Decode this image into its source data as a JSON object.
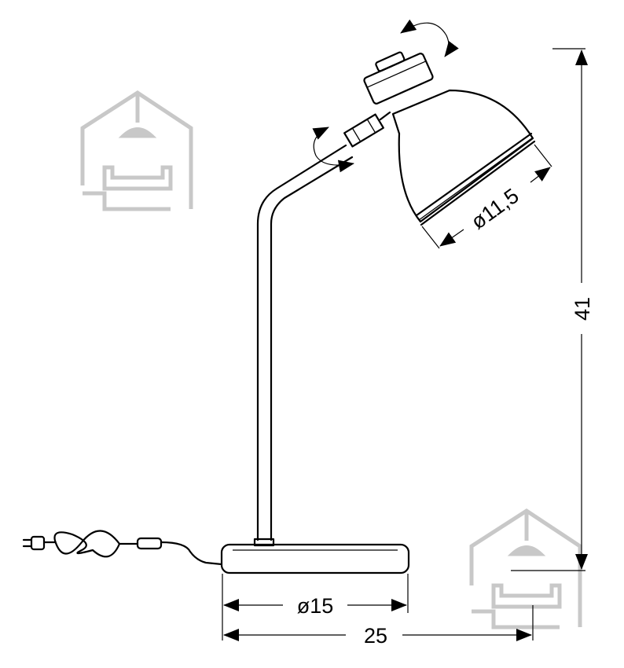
{
  "dimensions": {
    "shade_diameter": "ø11,5",
    "base_diameter": "ø15",
    "total_depth": "25",
    "total_height": "41"
  },
  "colors": {
    "line": "#000000",
    "watermark": "#c8c8c8",
    "background": "#ffffff"
  },
  "icons": [
    "house-sofa-watermark-icon",
    "rotate-arrow-icon",
    "plug-icon",
    "cord-switch-icon"
  ]
}
